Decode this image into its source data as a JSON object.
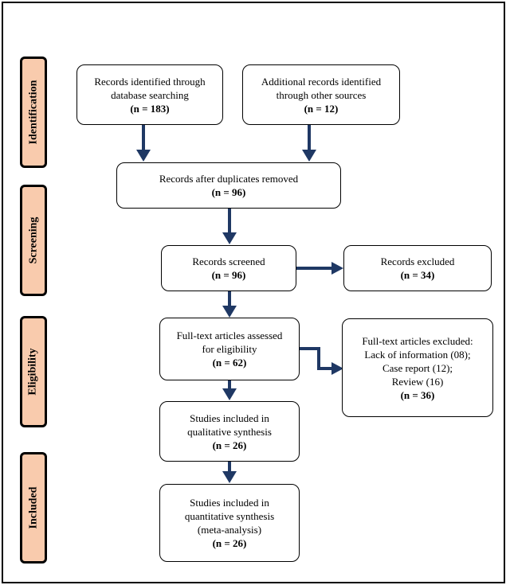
{
  "stages": {
    "identification": "Identification",
    "screening": "Screening",
    "eligibility": "Eligibility",
    "included": "Included"
  },
  "boxes": {
    "db_search": {
      "lines": [
        "Records identified through",
        "database searching"
      ],
      "n": "(n = 183)"
    },
    "other_sources": {
      "lines": [
        "Additional records identified",
        "through other sources"
      ],
      "n": "(n = 12)"
    },
    "after_duplicates": {
      "lines": [
        "Records after duplicates removed"
      ],
      "n": "(n = 96)"
    },
    "screened": {
      "lines": [
        "Records screened"
      ],
      "n": "(n = 96)"
    },
    "excluded": {
      "lines": [
        "Records excluded"
      ],
      "n": "(n = 34)"
    },
    "fulltext_assessed": {
      "lines": [
        "Full-text articles assessed",
        "for eligibility"
      ],
      "n": "(n = 62)"
    },
    "fulltext_excluded": {
      "lines": [
        "Full-text articles excluded:",
        "Lack of information (08);",
        "Case report (12);",
        "Review (16)"
      ],
      "n": "(n = 36)"
    },
    "qualitative": {
      "lines": [
        "Studies included in",
        "qualitative synthesis"
      ],
      "n": "(n = 26)"
    },
    "quantitative": {
      "lines": [
        "Studies included in",
        "quantitative synthesis",
        "(meta-analysis)"
      ],
      "n": "(n = 26)"
    }
  },
  "colors": {
    "arrow": "#1f3864",
    "stage_fill": "#f9cbad",
    "stage_border": "#000000"
  }
}
